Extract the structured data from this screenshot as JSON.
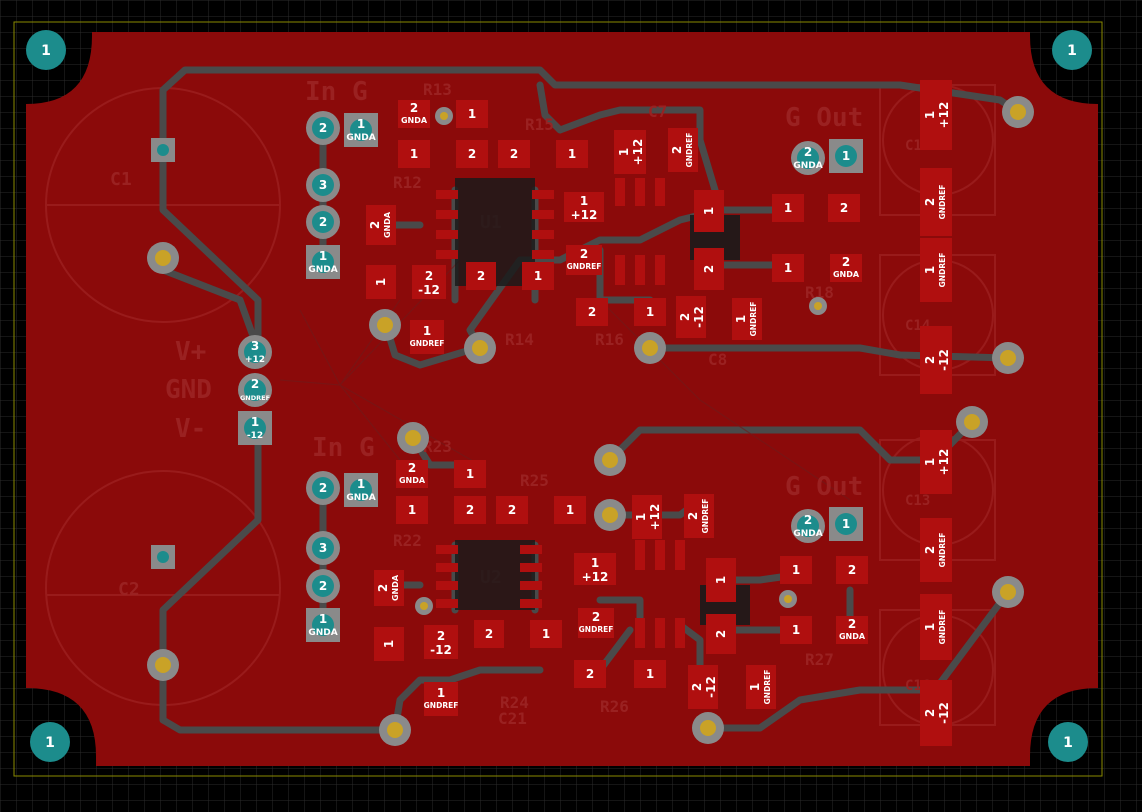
{
  "colors": {
    "background": "#000000",
    "grid": "#2a2a2a",
    "board": "#8b0a0a",
    "copper_pour": "#8b0a0a",
    "trace": "#4a4a4a",
    "smd_pad": "#b00f0f",
    "silk": "#9b2323",
    "hole": "#c9a227",
    "tht_pad": "#1c8c8c",
    "edge": "#8a8a00"
  },
  "mounting_holes": [
    "1",
    "1",
    "1",
    "1"
  ],
  "silkscreen": {
    "c1": "C1",
    "c2": "C2",
    "v_plus": "V+",
    "gnd": "GND",
    "v_minus": "V-",
    "in_g_top": "In G",
    "in_g_bot": "In G",
    "g_out_top": "G Out",
    "g_out_bot": "G Out",
    "r13": "R13",
    "r15": "R15",
    "c7": "C7",
    "r12": "R12",
    "u1": "U1",
    "r14": "R14",
    "r16": "R16",
    "c8": "C8",
    "r18": "R18",
    "c15": "C15",
    "c14": "C14",
    "r23": "R23",
    "r25": "R25",
    "r22": "R22",
    "u2": "U2",
    "r24": "R24",
    "r26": "R26",
    "c21": "C21",
    "c13": "C13",
    "c16": "C16",
    "r27": "R27"
  },
  "power_connector": [
    {
      "num": "3",
      "net": "+12"
    },
    {
      "num": "2",
      "net": "GNDREF"
    },
    {
      "num": "1",
      "net": "-12"
    }
  ],
  "input_connector_top": [
    {
      "num": "2",
      "net": ""
    },
    {
      "num": "1",
      "net": "GNDA"
    },
    {
      "num": "3",
      "net": ""
    },
    {
      "num": "2",
      "net": ""
    },
    {
      "num": "1",
      "net": "GNDA"
    }
  ],
  "input_connector_bot": [
    {
      "num": "2",
      "net": ""
    },
    {
      "num": "1",
      "net": "GNDA"
    },
    {
      "num": "3",
      "net": ""
    },
    {
      "num": "2",
      "net": ""
    },
    {
      "num": "1",
      "net": "GNDA"
    }
  ],
  "output_connector_top": [
    {
      "num": "2",
      "net": "GNDA"
    },
    {
      "num": "1",
      "net": ""
    }
  ],
  "output_connector_bot": [
    {
      "num": "2",
      "net": "GNDA"
    },
    {
      "num": "1",
      "net": ""
    }
  ],
  "pads_top": [
    {
      "num": "2",
      "net": "GNDA"
    },
    {
      "num": "1",
      "net": ""
    },
    {
      "num": "1",
      "net": ""
    },
    {
      "num": "2",
      "net": ""
    },
    {
      "num": "2",
      "net": ""
    },
    {
      "num": "1",
      "net": ""
    },
    {
      "num": "1",
      "net": "+12"
    },
    {
      "num": "2",
      "net": "GNDREF"
    },
    {
      "num": "1",
      "net": "+12"
    },
    {
      "num": "2",
      "net": "GNDREF"
    },
    {
      "num": "2",
      "net": "-12"
    },
    {
      "num": "1",
      "net": "GNDREF"
    },
    {
      "num": "2",
      "net": "GNDA"
    },
    {
      "num": "1",
      "net": ""
    },
    {
      "num": "2",
      "net": ""
    },
    {
      "num": "1",
      "net": ""
    },
    {
      "num": "2",
      "net": ""
    },
    {
      "num": "1",
      "net": ""
    },
    {
      "num": "2",
      "net": "-12"
    },
    {
      "num": "1",
      "net": "GNDREF"
    },
    {
      "num": "1",
      "net": ""
    },
    {
      "num": "2",
      "net": ""
    },
    {
      "num": "1",
      "net": ""
    },
    {
      "num": "2",
      "net": ""
    },
    {
      "num": "1",
      "net": ""
    },
    {
      "num": "2",
      "net": "GNDA"
    }
  ],
  "pads_bot": [
    {
      "num": "2",
      "net": "GNDA"
    },
    {
      "num": "1",
      "net": ""
    },
    {
      "num": "1",
      "net": ""
    },
    {
      "num": "2",
      "net": ""
    },
    {
      "num": "2",
      "net": ""
    },
    {
      "num": "1",
      "net": ""
    },
    {
      "num": "1",
      "net": "+12"
    },
    {
      "num": "2",
      "net": "GNDREF"
    },
    {
      "num": "1",
      "net": "+12"
    },
    {
      "num": "2",
      "net": "GNDREF"
    },
    {
      "num": "2",
      "net": "-12"
    },
    {
      "num": "1",
      "net": "GNDREF"
    },
    {
      "num": "2",
      "net": "GNDA"
    },
    {
      "num": "1",
      "net": ""
    },
    {
      "num": "2",
      "net": ""
    },
    {
      "num": "1",
      "net": ""
    },
    {
      "num": "2",
      "net": ""
    },
    {
      "num": "1",
      "net": ""
    },
    {
      "num": "2",
      "net": "-12"
    },
    {
      "num": "1",
      "net": "GNDREF"
    },
    {
      "num": "1",
      "net": ""
    },
    {
      "num": "2",
      "net": ""
    },
    {
      "num": "1",
      "net": ""
    },
    {
      "num": "2",
      "net": ""
    },
    {
      "num": "1",
      "net": ""
    },
    {
      "num": "2",
      "net": "GNDA"
    }
  ],
  "right_caps_top": [
    {
      "num": "1",
      "net": "+12"
    },
    {
      "num": "2",
      "net": "GNDREF"
    },
    {
      "num": "1",
      "net": "GNDREF"
    },
    {
      "num": "2",
      "net": "-12"
    }
  ],
  "right_caps_bot": [
    {
      "num": "1",
      "net": "+12"
    },
    {
      "num": "2",
      "net": "GNDREF"
    },
    {
      "num": "1",
      "net": "GNDREF"
    },
    {
      "num": "2",
      "net": "-12"
    }
  ]
}
